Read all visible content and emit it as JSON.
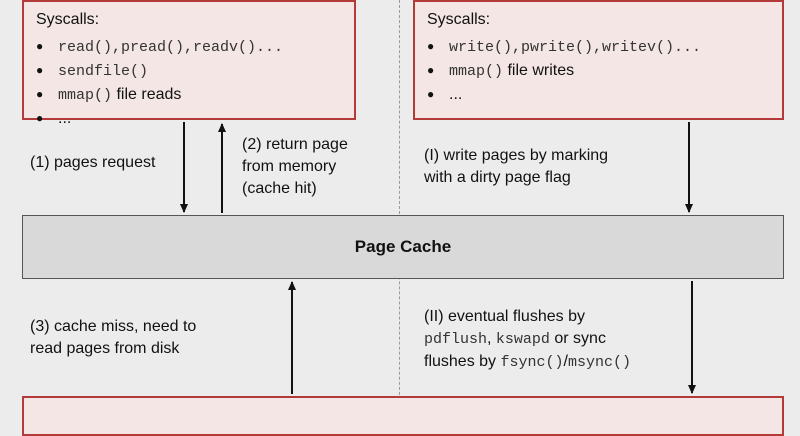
{
  "read_box": {
    "title": "Syscalls:",
    "items": [
      [
        {
          "text": "read(),pread(),readv()...",
          "mono": true
        }
      ],
      [
        {
          "text": "sendfile()",
          "mono": true
        }
      ],
      [
        {
          "text": "mmap()",
          "mono": true
        },
        {
          "text": " file reads",
          "mono": false
        }
      ],
      [
        {
          "text": "...",
          "mono": false
        }
      ]
    ]
  },
  "write_box": {
    "title": "Syscalls:",
    "items": [
      [
        {
          "text": "write(),pwrite(),writev()...",
          "mono": true
        }
      ],
      [
        {
          "text": "mmap()",
          "mono": true
        },
        {
          "text": " file writes",
          "mono": false
        }
      ],
      [
        {
          "text": "...",
          "mono": false
        }
      ]
    ]
  },
  "cache": {
    "label": "Page Cache"
  },
  "labels": {
    "pages_request": "(1) pages request",
    "return_page": [
      "(2) return page",
      "from memory",
      "(cache hit)"
    ],
    "write_pages": [
      "(I) write pages by marking",
      "with a dirty page flag"
    ],
    "cache_miss": [
      "(3) cache miss, need to",
      "read pages from disk"
    ],
    "flushes": [
      [
        {
          "text": "(II) eventual flushes by",
          "mono": false
        }
      ],
      [
        {
          "text": "pdflush",
          "mono": true
        },
        {
          "text": ", ",
          "mono": false
        },
        {
          "text": "kswapd",
          "mono": true
        },
        {
          "text": " or sync",
          "mono": false
        }
      ],
      [
        {
          "text": "flushes by ",
          "mono": false
        },
        {
          "text": "fsync()",
          "mono": true
        },
        {
          "text": "/",
          "mono": false
        },
        {
          "text": "msync()",
          "mono": true
        }
      ]
    ]
  }
}
